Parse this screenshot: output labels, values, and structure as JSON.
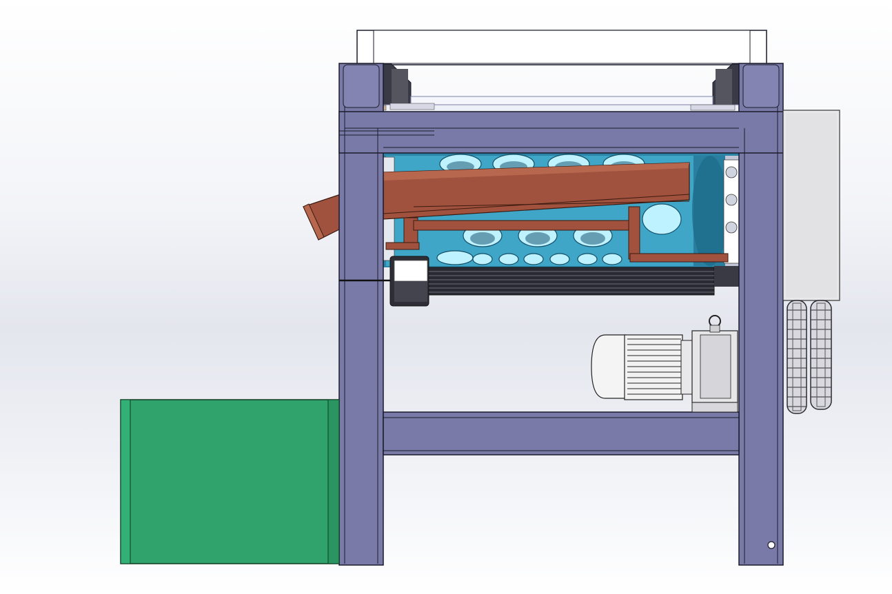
{
  "scene": {
    "kind": "CAD machine assembly, front orthographic view",
    "colors": {
      "background": "#eef0f6",
      "frame": "#7a7aa8",
      "frame_shadow": "#5e5e8a",
      "outline": "#1a1a2a",
      "drum": "#3fa6c8",
      "drum_light": "#7fe0ff",
      "drum_dark": "#1f5f78",
      "chute": "#a0523e",
      "chute_light": "#b8674f",
      "collection_bin": "#2fa36b",
      "collection_bin_dark": "#1f7a4f",
      "guard_cover": "#e8e8ea",
      "motor_body": "#f2f2f2",
      "motor_fins": "#cfcfd2",
      "top_rail": "#ffffff"
    },
    "components": [
      "top-rail",
      "main-frame",
      "sieve-drum",
      "feed-chute",
      "inlet-spout",
      "drive-pulley",
      "belt-rollers",
      "electric-motor",
      "gear-reducer",
      "chain-guard-cover",
      "drive-chains",
      "collection-bin"
    ]
  }
}
